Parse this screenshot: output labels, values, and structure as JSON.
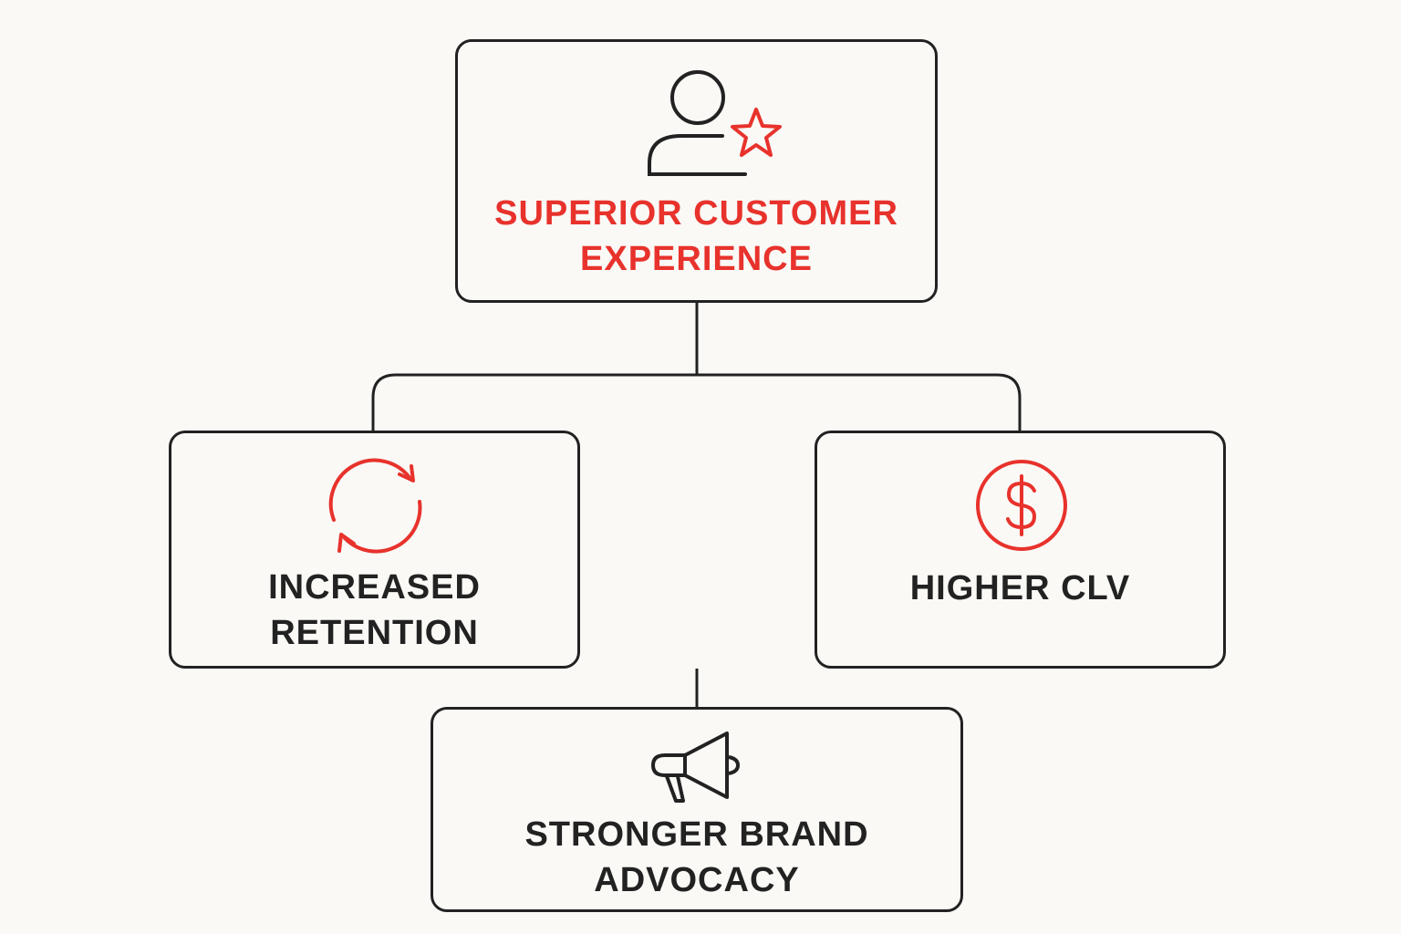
{
  "nodes": {
    "top": {
      "line1": "SUPERIOR CUSTOMER",
      "line2": "EXPERIENCE",
      "icon": "user-star-icon"
    },
    "left": {
      "line1": "INCREASED",
      "line2": "RETENTION",
      "icon": "refresh-cycle-icon"
    },
    "right": {
      "line1": "HIGHER CLV",
      "icon": "dollar-circle-icon"
    },
    "bottom": {
      "line1": "STRONGER BRAND",
      "line2": "ADVOCACY",
      "icon": "megaphone-icon"
    }
  },
  "colors": {
    "accent": "#e8322c",
    "ink": "#222222",
    "background": "#faf9f6"
  }
}
